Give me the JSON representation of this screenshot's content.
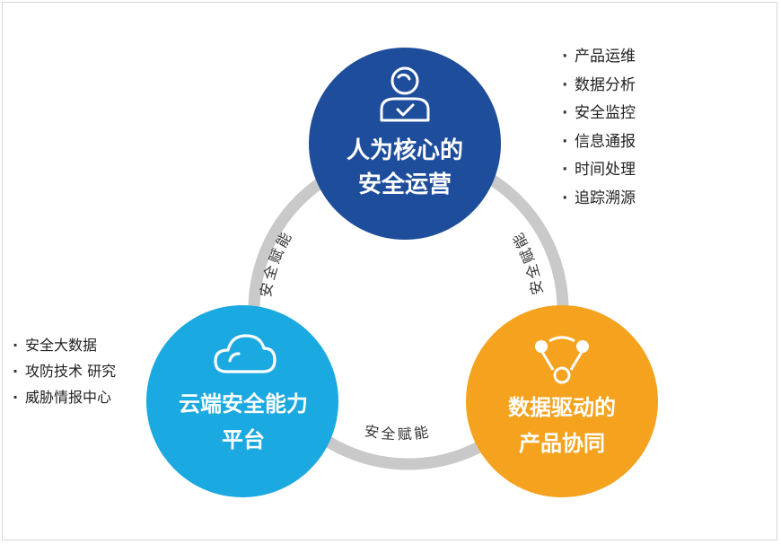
{
  "nodes": [
    {
      "id": "operations",
      "lines": [
        "人为核心的",
        "安全运营"
      ],
      "color": "#1e4d9b",
      "icon": "person-check-icon"
    },
    {
      "id": "cloud",
      "lines": [
        "云端安全能力",
        "平台"
      ],
      "color": "#1aa9e0",
      "icon": "cloud-icon"
    },
    {
      "id": "data",
      "lines": [
        "数据驱动的",
        "产品协同"
      ],
      "color": "#f5a21e",
      "icon": "network-nodes-icon"
    }
  ],
  "ring_labels": {
    "left": "安全赋能",
    "right": "安全赋能",
    "bottom": "安全赋能"
  },
  "operations_list": [
    "产品运维",
    "数据分析",
    "安全监控",
    "信息通报",
    "时间处理",
    "追踪溯源"
  ],
  "cloud_list": [
    "安全大数据",
    "攻防技术 研究",
    "威胁情报中心"
  ],
  "ring_color": "#c9c9c9"
}
